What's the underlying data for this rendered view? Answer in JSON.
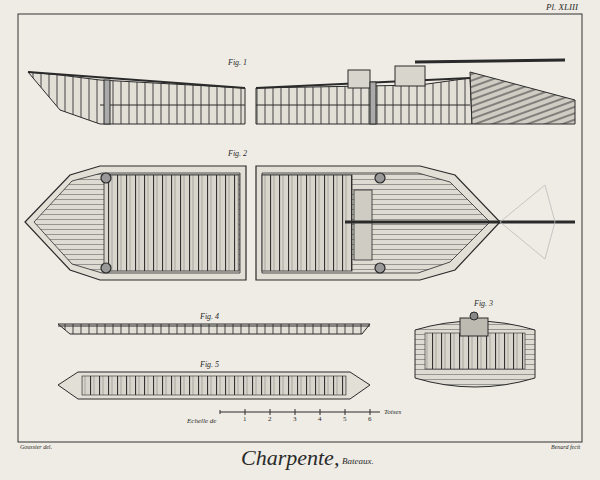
{
  "diagram": {
    "title": "Charpente,",
    "labels": [
      "Pl. XLIII",
      "Fig. 1",
      "Fig. 2",
      "Fig. 4",
      "Fig. 3",
      "Fig. 5",
      "Echelle de",
      "1",
      "2",
      "3",
      "4",
      "5",
      "6",
      "Toises",
      "Bateaux.",
      "Goussier del.",
      "Benard fecit"
    ]
  }
}
